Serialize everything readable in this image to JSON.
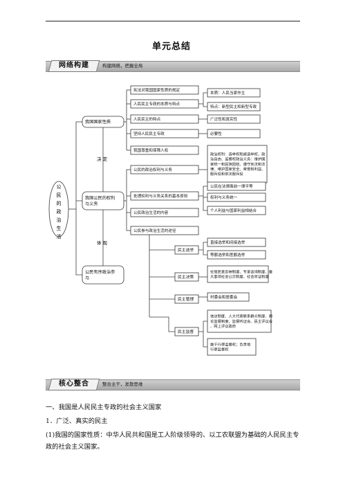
{
  "page_title": "单元总结",
  "sections": {
    "network": {
      "tag": "网络构建",
      "subtitle": "构建网络，把握全局"
    },
    "core": {
      "tag": "核心整合",
      "subtitle": "整合主干，发散思维"
    }
  },
  "concept_map": {
    "root": "公民的政治生活",
    "decide": "决 定",
    "embody": "体 现",
    "nodes": {
      "country_nature": "我国国家性质",
      "rights_duties": "我国公民的权利与义务",
      "orderly_participation": "公民有序政治参与",
      "constitution": "宪法对我国国家性质的规定",
      "dictatorship": "人民民主专政的本质与特点",
      "essence": "本质：人民当家作主",
      "features": "特点：新型民主和新型专政",
      "democracy_features": "人民民主的特点",
      "democracy_traits": "广泛性和真实性",
      "adhere": "坚持人民民主专政",
      "necessity": "必要性",
      "respect_rights": "我国尊重和保障人权",
      "political_rights_duties": "公民的政治权利与义务",
      "rights_detail": "政治权利：选举权和被选举权、政治自由、监督权政治义务：维护国家统一和民族团结、遵守宪法和法律、维护国家安全、荣誉和利益、服兵役和依法服兵役",
      "principles": "处理权利与义务关系的基本原则",
      "equality": "公民在法律面前一律平等",
      "unity": "权利与义务统一",
      "interest": "个人利益与国家利益相结合",
      "content": "公民政治生活的内容",
      "channels": "公民参与政治生活的途径",
      "election": "民主选举",
      "election_d": "直接选举和间接选举",
      "election_c": "等额选举和差额选举",
      "decision": "民主决策",
      "decision_d": "社情民意反映制度、专家咨询制度、重大事项社会公示制度、社会听证制度",
      "management": "民主管理",
      "management_d": "村委会和居委会",
      "supervision": "民主监督",
      "supervision_d": "信访制度、人大代表联系群众制度、舆论监督制度、监督听证会、民主评议会、网上评议政府",
      "supervision_e": "敢于行使监督权；负责地行使监督权"
    }
  },
  "text": {
    "heading1": "一、我国是人民民主专政的社会主义国家",
    "heading2": "1．广泛、真实的民主",
    "para1": "(1)我国的国家性质：中华人民共和国是工人阶级领导的、以工农联盟为基础的人民民主专政的社会主义国家。"
  }
}
